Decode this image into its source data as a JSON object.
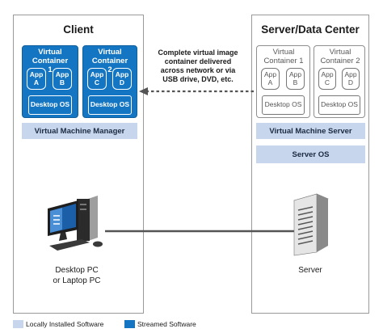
{
  "client": {
    "title": "Client",
    "container1": {
      "label": "Virtual Container 1",
      "app_a": "App A",
      "app_b": "App B",
      "os": "Desktop OS"
    },
    "container2": {
      "label": "Virtual Container 2",
      "app_c": "App C",
      "app_d": "App D",
      "os": "Desktop OS"
    },
    "manager": "Virtual Machine Manager",
    "device_label": "Desktop PC or Laptop PC"
  },
  "server": {
    "title": "Server/Data Center",
    "container1": {
      "label": "Virtual Container 1",
      "app_a": "App A",
      "app_b": "App B",
      "os": "Desktop OS"
    },
    "container2": {
      "label": "Virtual Container 2",
      "app_c": "App C",
      "app_d": "App D",
      "os": "Desktop OS"
    },
    "vm_server": "Virtual Machine Server",
    "server_os": "Server OS",
    "device_label": "Server"
  },
  "delivery_caption": "Complete virtual image container delivered across network or via USB drive, DVD, etc.",
  "legend": {
    "local": {
      "label": "Locally Installed Software",
      "color": "#c7d6ec"
    },
    "streamed": {
      "label": "Streamed Software",
      "color": "#1476c2"
    }
  },
  "colors": {
    "streamed": "#1476c2",
    "local": "#c7d6ec",
    "border": "#9a9a9a"
  }
}
